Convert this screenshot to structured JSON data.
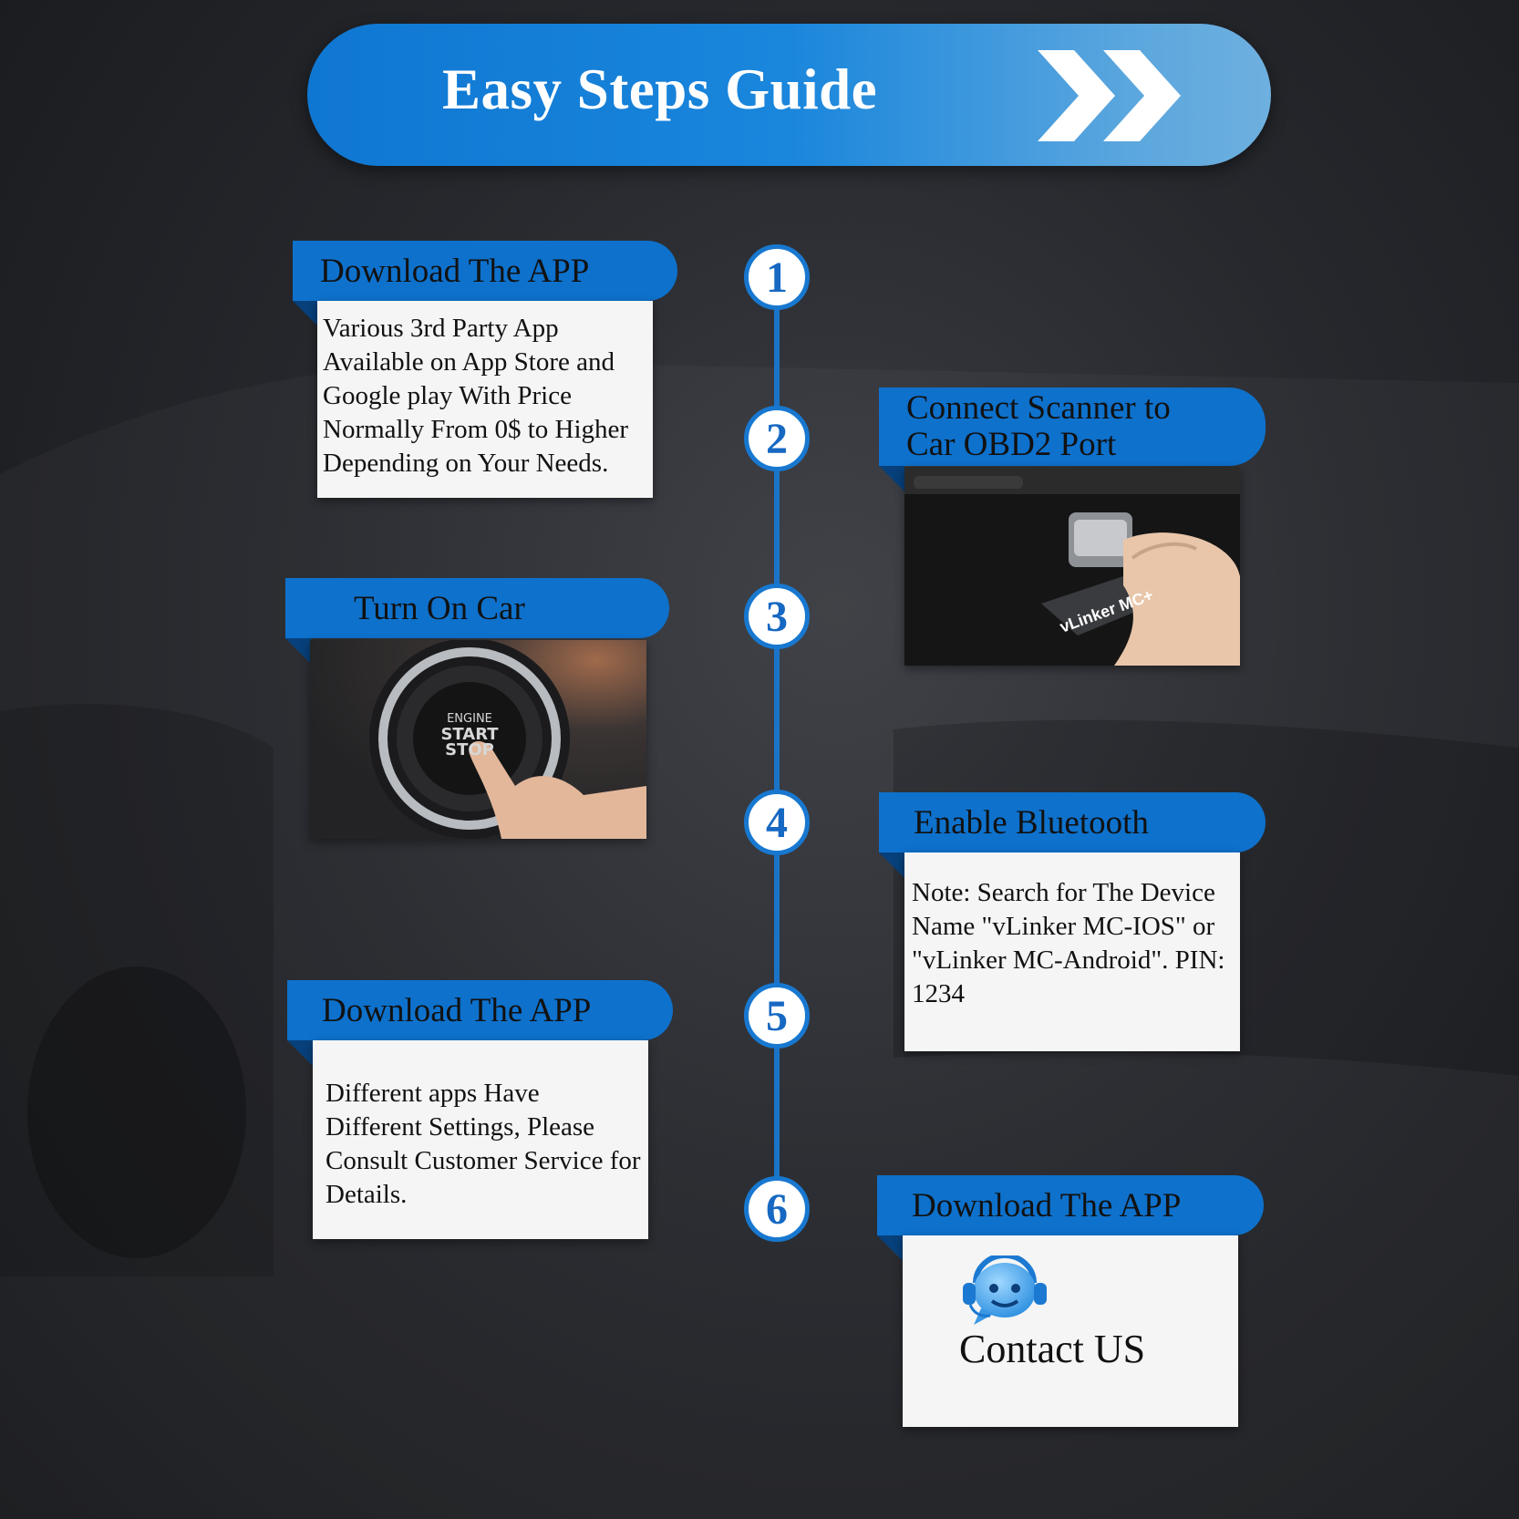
{
  "banner": {
    "title": "Easy Steps Guide"
  },
  "steps": [
    {
      "number": "1",
      "title": "Download The APP",
      "text": "Various 3rd Party App Available on App Store and Google play With Price Normally From 0$ to Higher Depending on Your Needs."
    },
    {
      "number": "2",
      "title_line1": "Connect Scanner to",
      "title_line2": "Car OBD2 Port",
      "photo_label": "vLinker MC+"
    },
    {
      "number": "3",
      "title": "Turn On Car",
      "button_line1": "ENGINE",
      "button_line2": "START",
      "button_line3": "STOP"
    },
    {
      "number": "4",
      "title": "Enable Bluetooth",
      "text": "Note: Search for The Device Name \"vLinker MC-IOS\" or \"vLinker MC-Android\". PIN: 1234"
    },
    {
      "number": "5",
      "title": "Download The APP",
      "text": "Different apps Have Different Settings, Please Consult Customer Service for Details."
    },
    {
      "number": "6",
      "title": "Download The APP",
      "contact": "Contact US"
    }
  ],
  "colors": {
    "accent": "#0e71cc",
    "banner_end": "#6eb0df",
    "panel": "#f5f5f5"
  }
}
